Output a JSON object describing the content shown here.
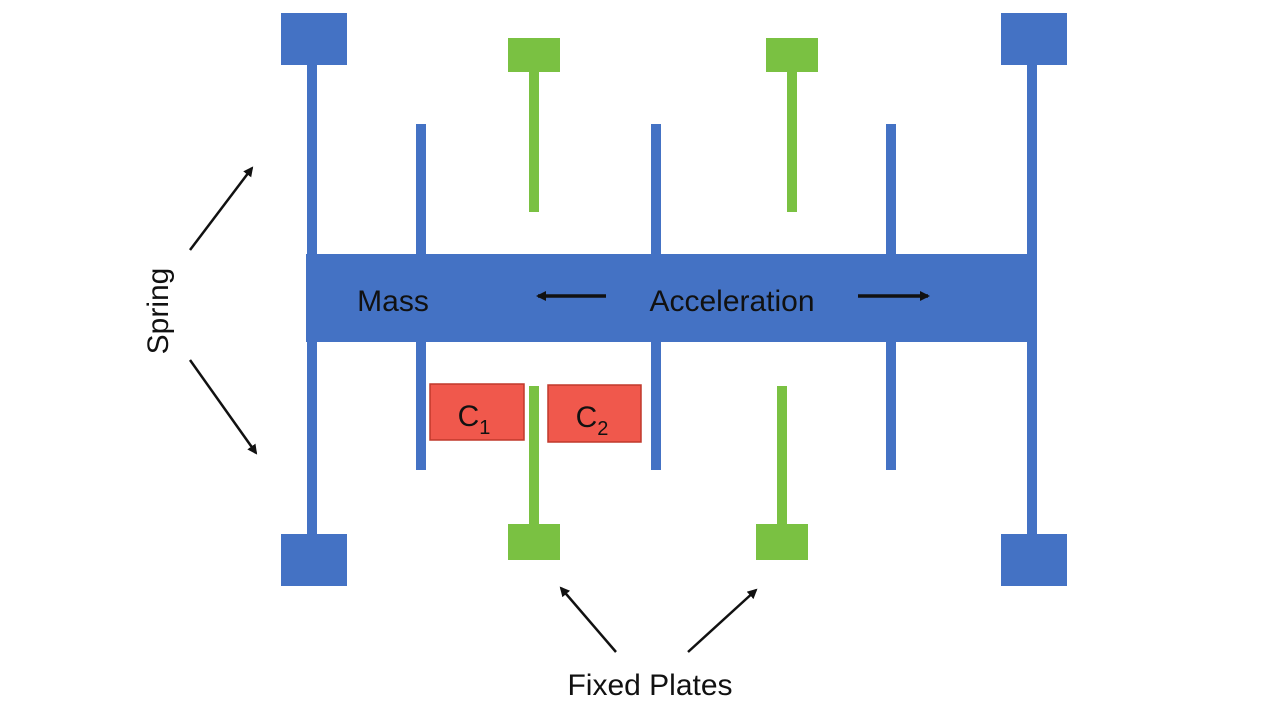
{
  "labels": {
    "spring": "Spring",
    "mass": "Mass",
    "acceleration": "Acceleration",
    "fixed_plates": "Fixed Plates",
    "c1_letter": "C",
    "c1_sub": "1",
    "c2_letter": "C",
    "c2_sub": "2"
  },
  "colors": {
    "moving_structure": "#4472c4",
    "fixed_plates": "#7ac142",
    "capacitor_box": "#f0584c",
    "capacitor_border": "#c0392b",
    "arrow": "#111111",
    "text": "#111111",
    "background": "#ffffff"
  }
}
